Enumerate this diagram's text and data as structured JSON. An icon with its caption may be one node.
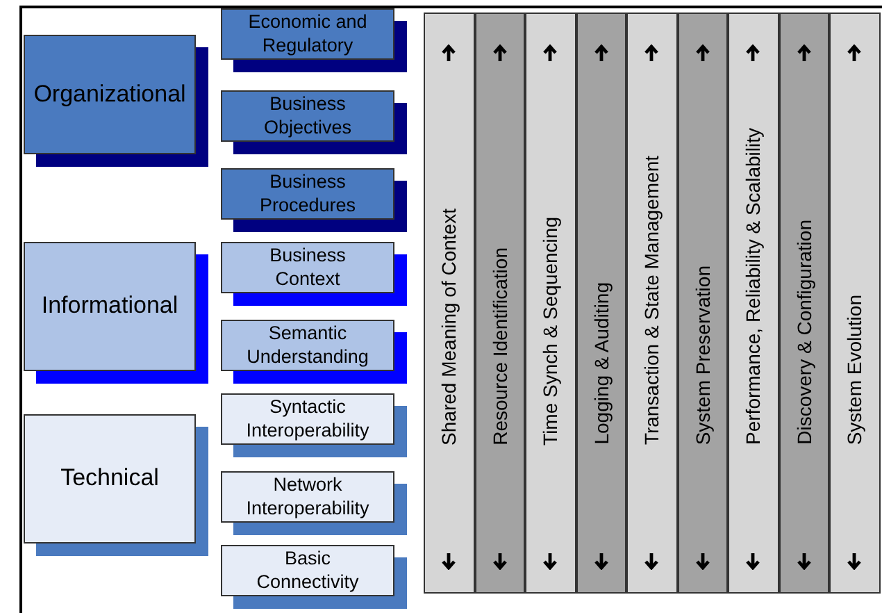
{
  "diagram": {
    "nodes": [
      {
        "text": [
          "Organizational"
        ]
      },
      {
        "text": [
          "Informational"
        ]
      },
      {
        "text": [
          "Technical"
        ]
      },
      {
        "text": [
          "Economic and Regulatory"
        ]
      },
      {
        "text": [
          "Business Objectives"
        ]
      },
      {
        "text": [
          "Business Procedures"
        ]
      },
      {
        "text": [
          "Business Context"
        ]
      },
      {
        "text": [
          "Semantic Understanding"
        ]
      },
      {
        "text": [
          "Syntactic Interoperability"
        ]
      },
      {
        "text": [
          "Network Interoperability"
        ]
      },
      {
        "text": [
          "Basic Connectivity"
        ]
      },
      {
        "text": [
          "Shared Meaning of Context"
        ]
      },
      {
        "text": [
          "Resource Identification"
        ]
      },
      {
        "text": [
          "Time Synch & Sequencing"
        ]
      },
      {
        "text": [
          "Logging & Auditing"
        ]
      },
      {
        "text": [
          "Transaction & State Management"
        ]
      },
      {
        "text": [
          "System Preservation"
        ]
      },
      {
        "text": [
          "Performance, Reliability & Scalability"
        ]
      },
      {
        "text": [
          "Discovery & Configuration"
        ]
      },
      {
        "text": [
          "System Evolution"
        ]
      }
    ]
  }
}
